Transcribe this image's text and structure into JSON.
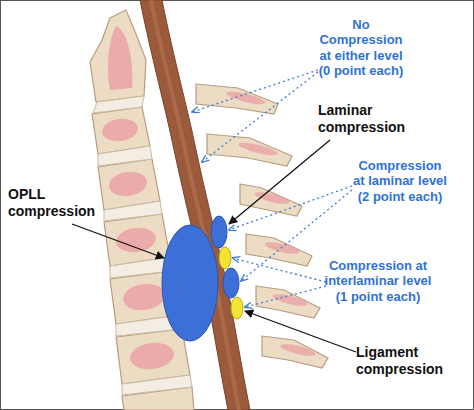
{
  "diagram": {
    "labels": [
      "No Compression at either level (0 point each)",
      "Laminar compression",
      "OPLL compression",
      "Compression at laminar level (2 point each)",
      "Compression at interlaminar level (1 point each)",
      "Ligament compression"
    ]
  }
}
